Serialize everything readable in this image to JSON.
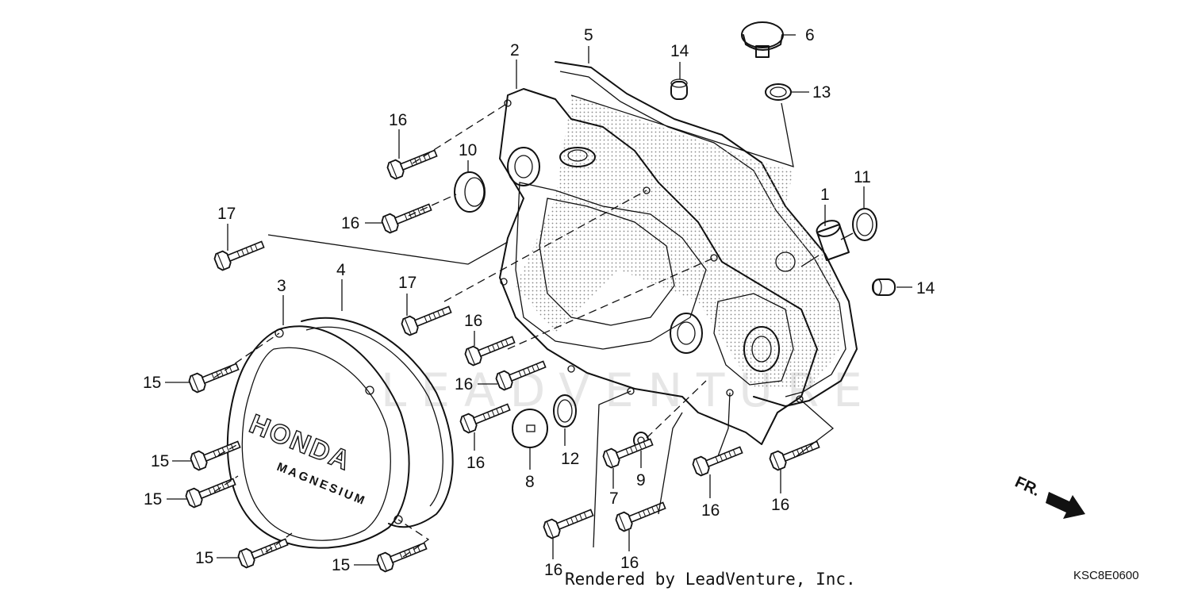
{
  "diagram": {
    "callouts": [
      {
        "id": "c1",
        "text": "1"
      },
      {
        "id": "c2",
        "text": "2"
      },
      {
        "id": "c3",
        "text": "3"
      },
      {
        "id": "c4",
        "text": "4"
      },
      {
        "id": "c5",
        "text": "5"
      },
      {
        "id": "c6",
        "text": "6"
      },
      {
        "id": "c7",
        "text": "7"
      },
      {
        "id": "c8",
        "text": "8"
      },
      {
        "id": "c9",
        "text": "9"
      },
      {
        "id": "c10",
        "text": "10"
      },
      {
        "id": "c11",
        "text": "11"
      },
      {
        "id": "c12",
        "text": "12"
      },
      {
        "id": "c13",
        "text": "13"
      },
      {
        "id": "c14a",
        "text": "14"
      },
      {
        "id": "c14b",
        "text": "14"
      },
      {
        "id": "c15a",
        "text": "15"
      },
      {
        "id": "c15b",
        "text": "15"
      },
      {
        "id": "c15c",
        "text": "15"
      },
      {
        "id": "c15d",
        "text": "15"
      },
      {
        "id": "c15e",
        "text": "15"
      },
      {
        "id": "c16a",
        "text": "16"
      },
      {
        "id": "c16b",
        "text": "16"
      },
      {
        "id": "c16c",
        "text": "16"
      },
      {
        "id": "c16d",
        "text": "16"
      },
      {
        "id": "c16e",
        "text": "16"
      },
      {
        "id": "c16f",
        "text": "16"
      },
      {
        "id": "c16g",
        "text": "16"
      },
      {
        "id": "c16h",
        "text": "16"
      },
      {
        "id": "c16i",
        "text": "16"
      },
      {
        "id": "c17a",
        "text": "17"
      },
      {
        "id": "c17b",
        "text": "17"
      }
    ],
    "cover_brand": "HONDA",
    "cover_material": "MAGNESIUM",
    "watermark": "LEADVENTURE",
    "direction_label": "FR.",
    "diagram_code": "KSC8E0600",
    "rendered_by": "Rendered by LeadVenture, Inc."
  }
}
